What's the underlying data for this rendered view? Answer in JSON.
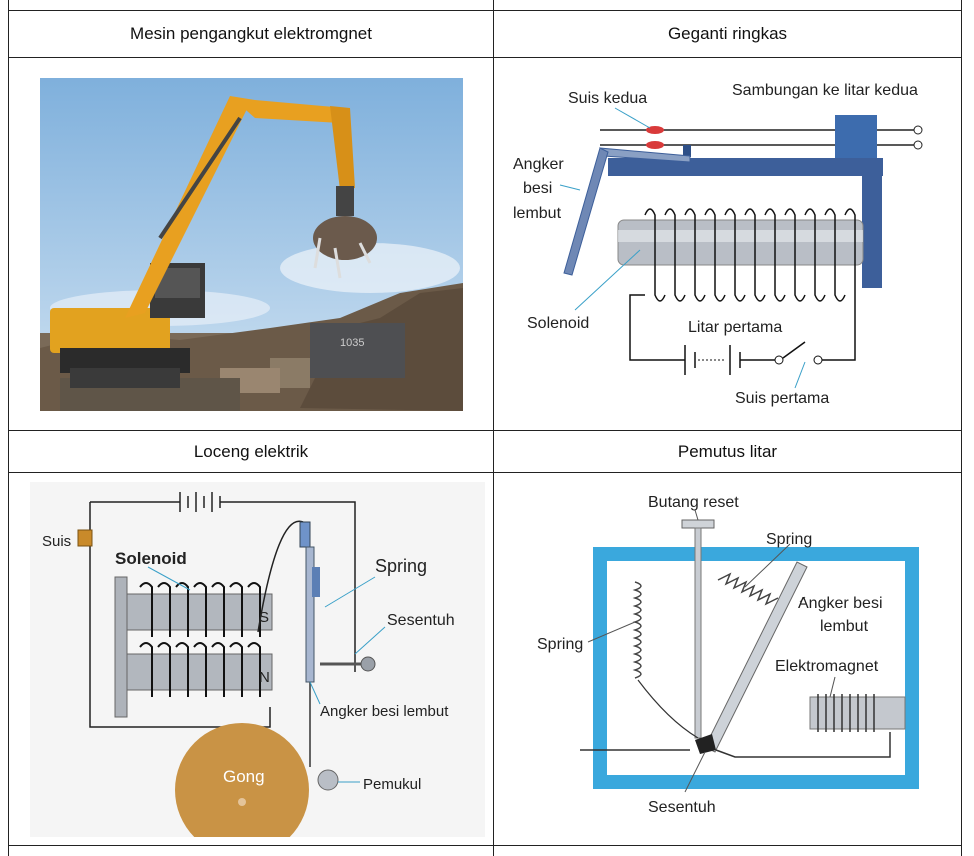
{
  "table": {
    "headers": {
      "top_left": "Mesin pengangkut elektromgnet",
      "top_right": "Geganti ringkas",
      "bottom_left": "Loceng elektrik",
      "bottom_right": "Pemutus litar"
    }
  },
  "relay": {
    "labels": {
      "suis_kedua": "Suis kedua",
      "sambungan": "Sambungan ke litar kedua",
      "angker_1": "Angker",
      "angker_2": "besi",
      "angker_3": "lembut",
      "solenoid": "Solenoid",
      "litar_pertama": "Litar pertama",
      "suis_pertama": "Suis pertama"
    }
  },
  "bell": {
    "labels": {
      "suis": "Suis",
      "solenoid": "Solenoid",
      "spring": "Spring",
      "sesentuh": "Sesentuh",
      "s_pole": "S",
      "n_pole": "N",
      "angker": "Angker besi lembut",
      "gong": "Gong",
      "pemukul": "Pemukul"
    }
  },
  "breaker": {
    "labels": {
      "butang_reset": "Butang reset",
      "spring_top": "Spring",
      "angker_1": "Angker besi",
      "angker_2": "lembut",
      "spring_left": "Spring",
      "elektromagnet": "Elektromagnet",
      "sesentuh": "Sesentuh"
    }
  },
  "colors": {
    "border": "#222222",
    "relay_blue": "#3d5f9a",
    "breaker_frame": "#3aa8dd",
    "excavator_yellow": "#e8a020",
    "sky": "#9cc4e6",
    "gong": "#c99345"
  }
}
